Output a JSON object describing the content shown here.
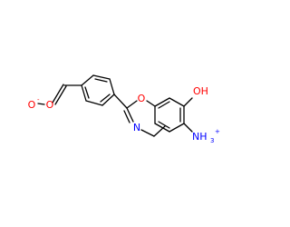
{
  "molecule": {
    "atom_labels": {
      "peroxide_o_left": "O",
      "peroxide_o_left_charge": "-",
      "peroxide_o_right": "O",
      "ring_oxygen": "O",
      "hydroxyl": "OH",
      "ring_nitrogen": "N",
      "ammonium": "NH",
      "ammonium_subscript": "3",
      "ammonium_charge": "+"
    },
    "colors": {
      "bond": "#000000",
      "oxygen": "#ff0000",
      "nitrogen": "#0000ff"
    }
  }
}
